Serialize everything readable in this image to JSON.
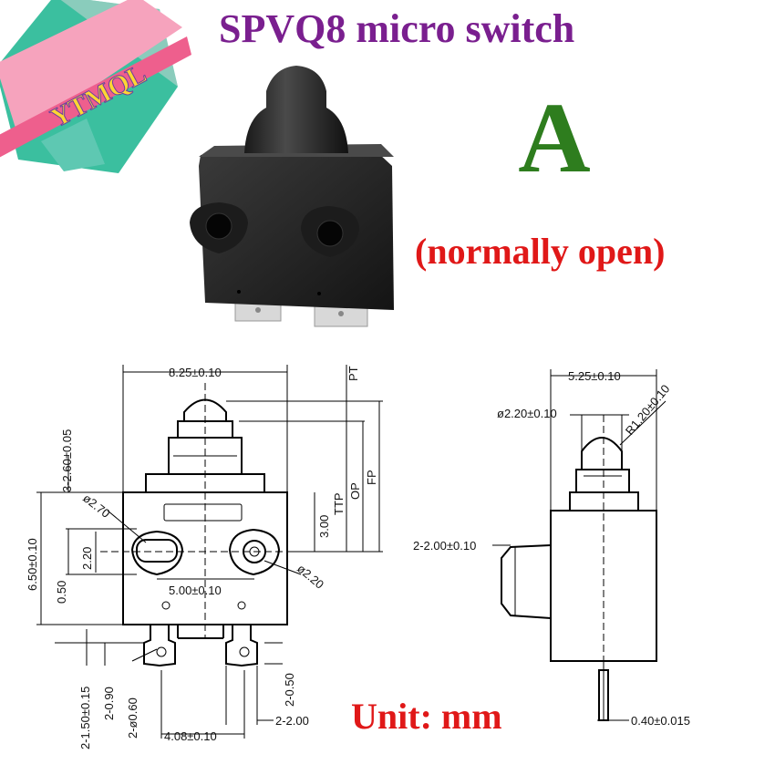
{
  "title": "SPVQ8 micro switch",
  "variant_letter": "A",
  "contact_type": "(normally open)",
  "unit_label": "Unit: mm",
  "logo_text": "YTMQL",
  "colors": {
    "title": "#7a1f8f",
    "variant": "#2e7d1e",
    "contact": "#e01818",
    "logo_pink": "#f06a9a",
    "logo_teal": "#2fb7a0"
  },
  "front_view": {
    "dims": {
      "width": "8.25±0.10",
      "pt": "PT",
      "op": "OP",
      "ttp": "TTP",
      "fp": "FP",
      "h3": "3.00",
      "body_h": "6.50±0.10",
      "top_h": "3-2.60±0.05",
      "hole1": "ø2.70",
      "hole2": "ø2.20",
      "hole_gap": "2.20",
      "offset": "0.50",
      "pitch": "5.00±0.10",
      "pin_pitch": "4.08±0.10",
      "pin_hole": "2-ø0.60",
      "pin_w": "2-2.00",
      "pin_t": "2-0.50",
      "pin_a": "2-1.50±0.15",
      "pin_b": "2-0.90"
    }
  },
  "side_view": {
    "dims": {
      "width": "5.25±0.10",
      "plunger": "ø2.20±0.10",
      "radius": "R1.20±0.10",
      "boss": "2-2.00±0.10",
      "thickness": "0.40±0.015"
    }
  }
}
